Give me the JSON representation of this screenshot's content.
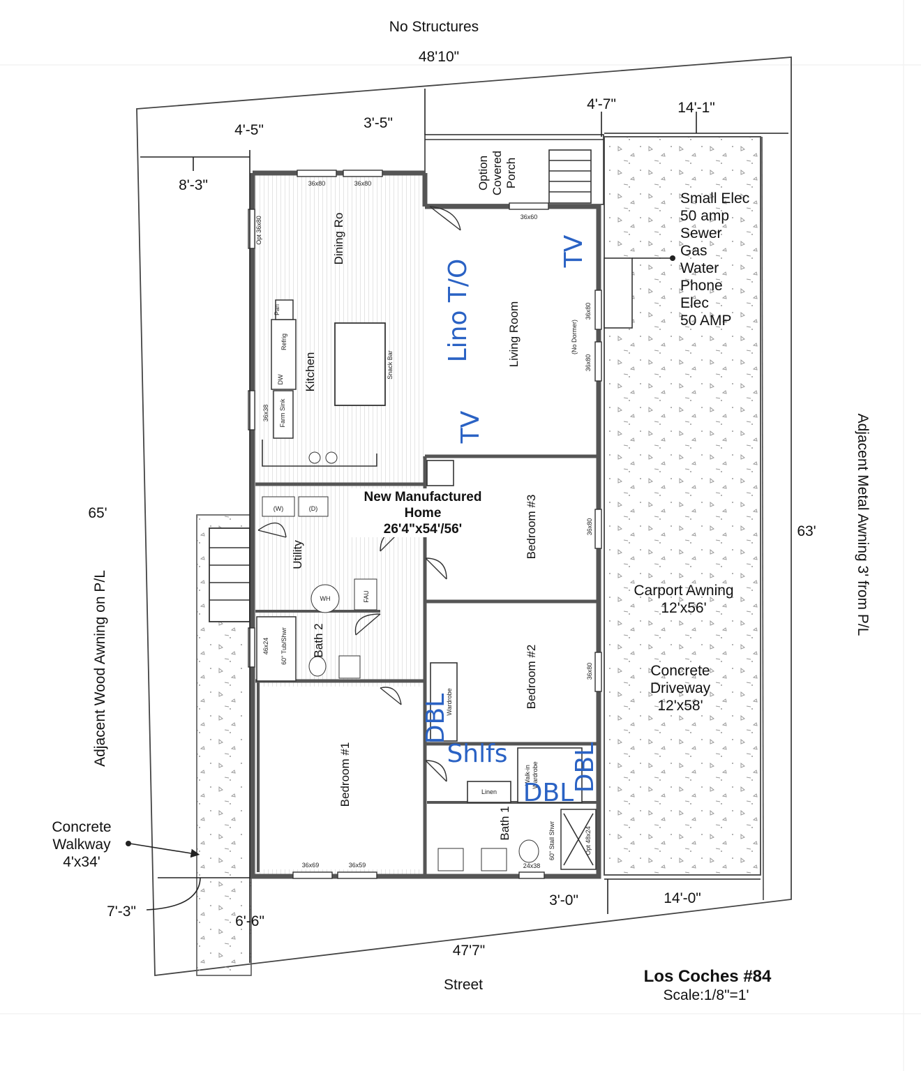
{
  "site": {
    "top_note": "No Structures",
    "top_width": "48'10\"",
    "bottom_width": "47'7\"",
    "street": "Street",
    "left_depth": "65'",
    "right_depth": "63'",
    "left_side": "Adjacent Wood Awning on P/L",
    "right_side": "Adjacent Metal Awning 3' from P/L",
    "walkway": [
      "Concrete",
      "Walkway",
      "4'x34'"
    ],
    "title": "Los Coches #84",
    "scale": "Scale:1/8\"=1'"
  },
  "dimensions": {
    "d_4_5": "4'-5\"",
    "d_3_5": "3'-5\"",
    "d_4_7": "4'-7\"",
    "d_14_1": "14'-1\"",
    "d_8_3": "8'-3\"",
    "d_7_3": "7'-3\"",
    "d_6_6": "6'-6\"",
    "d_3_0": "3'-0\"",
    "d_14_0": "14'-0\""
  },
  "utilities": [
    "Small Elec",
    "50 amp",
    "Sewer",
    "Gas",
    "Water",
    "Phone",
    "Elec",
    "50 AMP"
  ],
  "carport": [
    "Carport Awning",
    "12'x56'"
  ],
  "driveway": [
    "Concrete",
    "Driveway",
    "12'x58'"
  ],
  "home": [
    "New Manufactured",
    "Home",
    "26'4\"x54'/56'"
  ],
  "rooms": {
    "porch": [
      "Option",
      "Covered",
      "Porch"
    ],
    "dining": "Dining Ro",
    "kitchen": "Kitchen",
    "living": "Living Room",
    "utility": "Utility",
    "bath2": "Bath 2",
    "bed1": "Bedroom #1",
    "bed2": "Bedroom #2",
    "bed3": "Bedroom #3",
    "bath1": "Bath 1",
    "wardrobe": "Wardrobe",
    "walkin": [
      "Walk-in",
      "Wardrobe"
    ],
    "linen": "Linen"
  },
  "small_labels": {
    "w36x80": "36x80",
    "w36x60": "36x60",
    "w36x38": "36x38",
    "w46x24": "46x24",
    "w24x38": "24x38",
    "w36x59": "36x59",
    "w36x69": "36x69",
    "opt36x80": "Opt 36x80",
    "opt48x24": "Opt 48x24",
    "no_dormer": "(No Dormer)",
    "pan": "Pan",
    "refrig": "Refrig",
    "dw": "DW",
    "farm_sink": "Farm Sink",
    "snack_bar": "Snack Bar",
    "tub_shwr": "60\" Tub/Shwr",
    "stall_shwr": "60\" Stall Shwr",
    "fau": "FAU",
    "wh": "WH",
    "washer": "(W)",
    "dryer": "(D)"
  },
  "handwritten": {
    "lino": "Lino T/O",
    "tv1": "TV",
    "tv2": "TV",
    "dbl1": "DBL",
    "dbl2": "DBL",
    "dbl3": "DBL",
    "shelfs": "Shlfs"
  }
}
